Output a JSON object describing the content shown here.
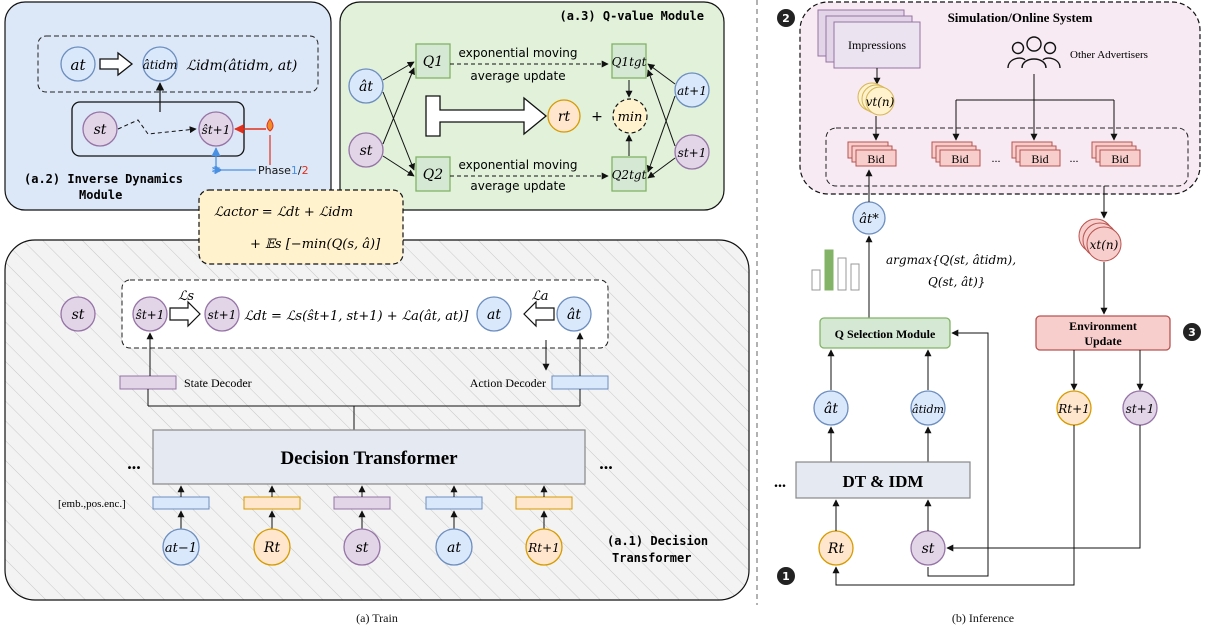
{
  "train": {
    "caption": "(a) Train",
    "inverse_dynamics": {
      "title_line1": "(a.2) Inverse Dynamics",
      "title_line2": "Module",
      "loss": "ℒidm(âtidm, at)",
      "phase_label": "Phase",
      "phase_1": "1",
      "phase_sep": "/",
      "phase_2": "2",
      "nodes": {
        "a_t": "at",
        "a_hat_idm": "âtidm",
        "s_t": "st",
        "s_hat_next": "ŝt+1"
      }
    },
    "q_value": {
      "title": "(a.3) Q-value Module",
      "q1": "Q1",
      "q2": "Q2",
      "q1_tgt": "Q1tgt",
      "q2_tgt": "Q2tgt",
      "ema_line1": "exponential moving",
      "ema_line2": "average update",
      "reward": "rt",
      "plus": "+",
      "min": "min",
      "nodes": {
        "a_hat": "ât",
        "s_t": "st",
        "a_next": "at+1",
        "s_next": "st+1"
      }
    },
    "actor_loss": {
      "line1": "ℒactor = ℒdt + ℒidm",
      "line2": "+ 𝔼s [−min(Q(s, â)]"
    },
    "decision_transformer": {
      "title_line1": "(a.1) Decision",
      "title_line2": "Transformer",
      "block_label": "Decision Transformer",
      "state_decoder": "State Decoder",
      "action_decoder": "Action Decoder",
      "embedding_label": "[emb.,pos.enc.]",
      "ellipsis": "...",
      "loss_s": "ℒs",
      "loss_a": "ℒa",
      "loss_dt": "ℒdt = ℒs(ŝt+1, st+1) + ℒa(ât, at)]",
      "nodes": {
        "s_t_left": "st",
        "s_hat_next": "ŝt+1",
        "s_next": "st+1",
        "a_t": "at",
        "a_hat": "ât",
        "in_a_prev": "at−1",
        "in_R_t": "Rt",
        "in_s_t": "st",
        "in_a_t": "at",
        "in_R_next": "Rt+1"
      }
    }
  },
  "inference": {
    "caption": "(b) Inference",
    "sim_title": "Simulation/Online System",
    "impressions": "Impressions",
    "other_advertisers": "Other Advertisers",
    "bid": "Bid",
    "ellipsis": "...",
    "q_selection": "Q Selection Module",
    "env_update_line1": "Environment",
    "env_update_line2": "Update",
    "dt_idm": "DT & IDM",
    "argmax_line1": "argmax{Q(st, âtidm),",
    "argmax_line2": "Q(st, ât)}",
    "steps": [
      "1",
      "2",
      "3"
    ],
    "nodes": {
      "v": "vt(n)",
      "x": "xt(n)",
      "a_star": "ât*",
      "a_hat": "ât",
      "a_hat_idm": "âtidm",
      "R_next": "Rt+1",
      "s_next": "st+1",
      "R_t": "Rt",
      "s_t": "st"
    }
  },
  "colors": {
    "blue_panel": "#dce8f8",
    "green_panel": "#e1f1da",
    "yellow_note": "#fff2cc",
    "pink_panel": "#f7eaf3",
    "node_blue": "#dae8fc",
    "node_purple": "#e1d5e7",
    "node_yellow": "#ffe6cc",
    "q_green": "#d5e8d4",
    "bid_red": "#f8cecc"
  }
}
